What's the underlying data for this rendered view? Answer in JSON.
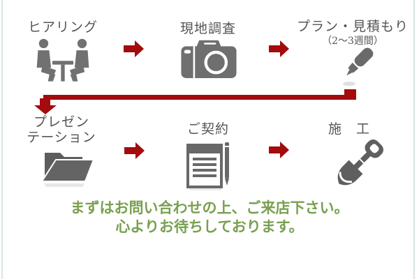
{
  "diagram_title": "work-flow-process",
  "colors": {
    "accent_red": "#a30b0d",
    "icon_gray": "#6e6e6e",
    "label_gray": "#555555",
    "message_green": "#78a04f",
    "side_border": "#d7e7de",
    "background": "#ffffff"
  },
  "steps": [
    {
      "label": "ヒアリング",
      "icon": "meeting-icon"
    },
    {
      "label": "現地調査",
      "icon": "camera-icon"
    },
    {
      "label": "プラン・見積もり",
      "sublabel": "（2〜3週間）",
      "icon": "pen-icon"
    },
    {
      "label_line1": "プレゼン",
      "label_line2": "テーション",
      "icon": "folder-icon"
    },
    {
      "label": "ご契約",
      "icon": "contract-icon"
    },
    {
      "label": "施　工",
      "icon": "shovel-icon"
    }
  ],
  "message": {
    "line1": "まずはお問い合わせの上、ご来店下さい。",
    "line2": "心よりお待ちしております。"
  }
}
